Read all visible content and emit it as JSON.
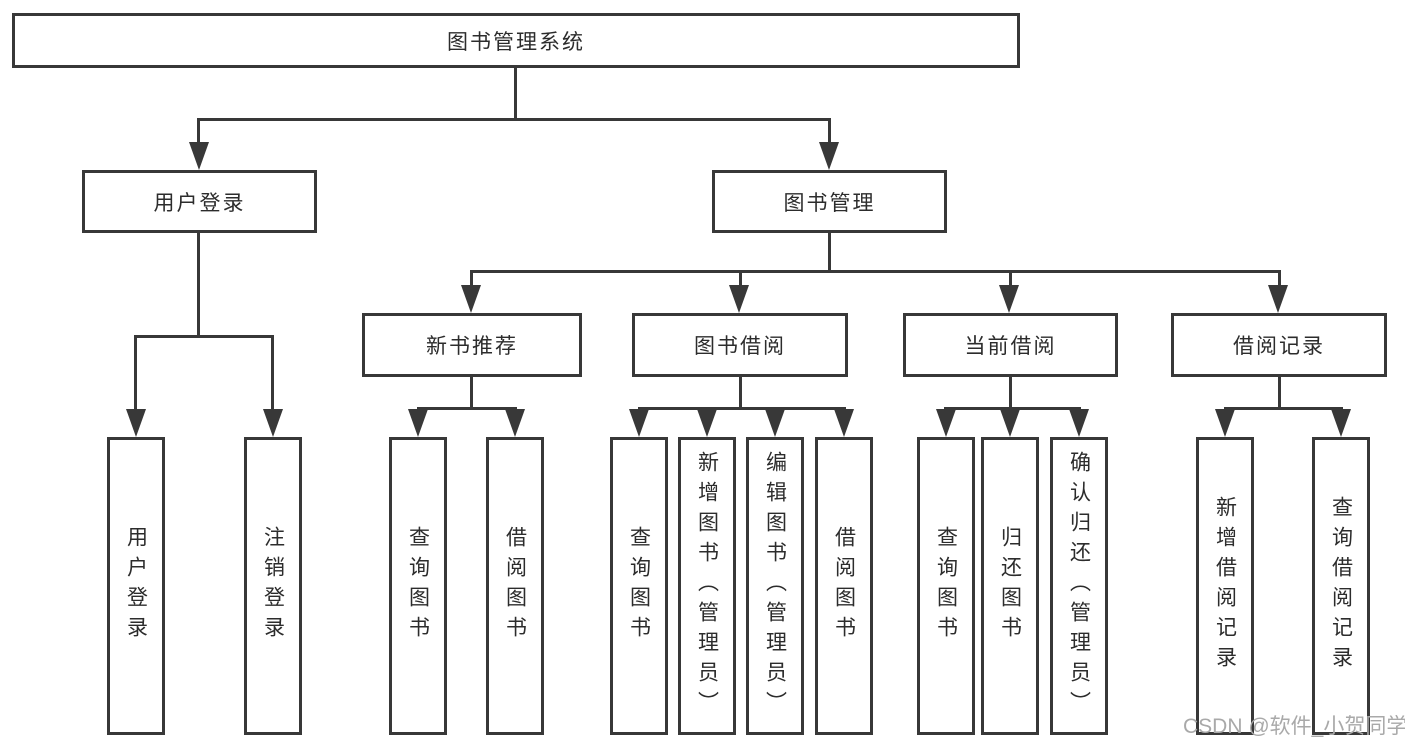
{
  "colors": {
    "line": "#383838",
    "text": "#2c2c2c",
    "background": "#ffffff",
    "watermark": "#a9a9a9"
  },
  "watermark": "CSDN @软件_小贺同学",
  "diagram": {
    "root": {
      "label": "图书管理系统"
    },
    "level2": [
      {
        "label": "用户登录"
      },
      {
        "label": "图书管理"
      }
    ],
    "level3": [
      {
        "label": "新书推荐"
      },
      {
        "label": "图书借阅"
      },
      {
        "label": "当前借阅"
      },
      {
        "label": "借阅记录"
      }
    ],
    "leaves": {
      "user_login": [
        {
          "label": "用户登录"
        },
        {
          "label": "注销登录"
        }
      ],
      "new_book_recommend": [
        {
          "label": "查询图书"
        },
        {
          "label": "借阅图书"
        }
      ],
      "book_borrow": [
        {
          "label": "查询图书"
        },
        {
          "label": "新增图书（管理员）"
        },
        {
          "label": "编辑图书（管理员）"
        },
        {
          "label": "借阅图书"
        }
      ],
      "current_borrow": [
        {
          "label": "查询图书"
        },
        {
          "label": "归还图书"
        },
        {
          "label": "确认归还（管理员）"
        }
      ],
      "borrow_records": [
        {
          "label": "新增借阅记录"
        },
        {
          "label": "查询借阅记录"
        }
      ]
    }
  }
}
